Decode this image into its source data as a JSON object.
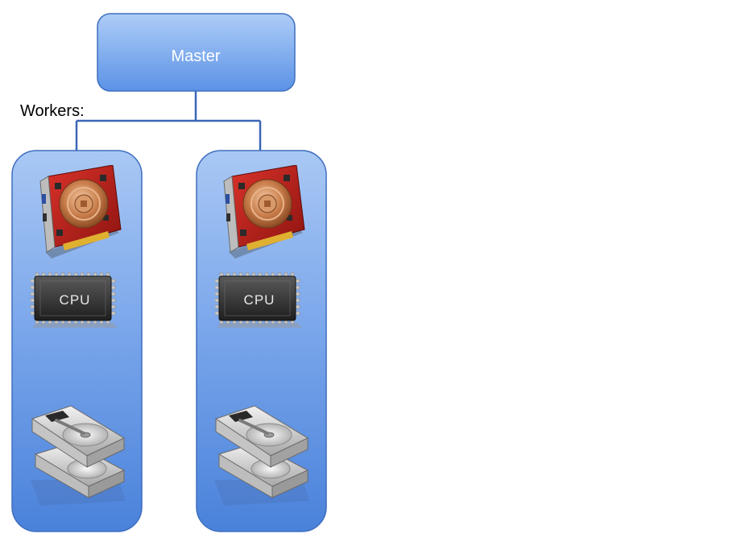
{
  "master": {
    "label": "Master"
  },
  "workers": {
    "label": "Workers:",
    "items": [
      {
        "gpu_icon": "graphics-card-icon",
        "cpu_icon": "cpu-chip-icon",
        "cpu_label": "CPU",
        "disk_icon": "hard-drive-stack-icon"
      },
      {
        "gpu_icon": "graphics-card-icon",
        "cpu_icon": "cpu-chip-icon",
        "cpu_label": "CPU",
        "disk_icon": "hard-drive-stack-icon"
      }
    ]
  },
  "colors": {
    "master_top": "#a9c9f6",
    "master_bottom": "#5f95e8",
    "worker_top": "#a5c5f3",
    "worker_bottom": "#4a82da",
    "border": "#3f6fbf",
    "connector": "#3a66b5"
  }
}
